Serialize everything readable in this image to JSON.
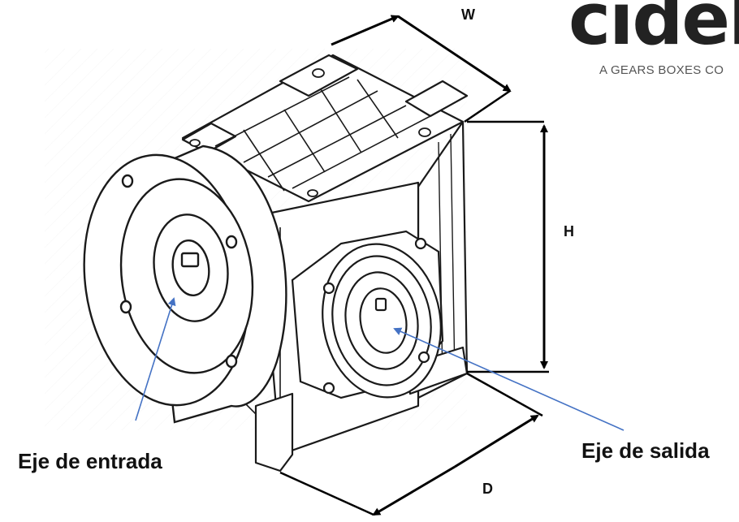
{
  "brand": {
    "logo_text": "cidel",
    "tagline": "A GEARS BOXES CO"
  },
  "dimensions": {
    "width_label": "W",
    "height_label": "H",
    "depth_label": "D"
  },
  "shafts": {
    "input_label": "Eje de entrada",
    "output_label": "Eje de salida"
  },
  "colors": {
    "leader_line": "#4472C4",
    "dimension_line": "#000000",
    "drawing_line": "#1a1a1a"
  }
}
